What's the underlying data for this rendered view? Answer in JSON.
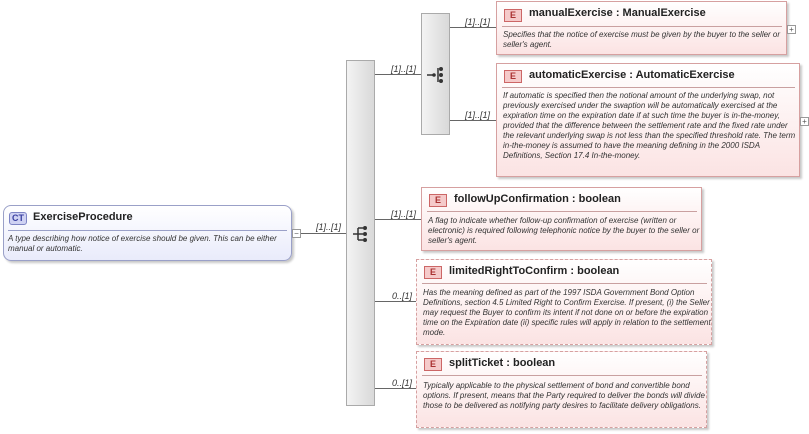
{
  "root": {
    "badge": "CT",
    "name": "ExerciseProcedure",
    "description": "A type describing how notice of exercise should be given. This can be either manual or automatic.",
    "multiplicity": "[1]..[1]"
  },
  "choice": {
    "multiplicity": "[1]..[1]"
  },
  "elements": [
    {
      "badge": "E",
      "name": "manualExercise : ManualExercise",
      "description": "Specifies that the notice of exercise must be given by the buyer to the seller or seller's agent.",
      "multiplicity": "[1]..[1]"
    },
    {
      "badge": "E",
      "name": "automaticExercise : AutomaticExercise",
      "description": "If automatic is specified then the notional amount of the underlying swap, not previously exercised under the swaption will be automatically exercised at the expiration time on the expiration date if at such time the buyer is in-the-money, provided that the difference between the settlement rate and the fixed rate under the relevant underlying swap is not less than the specified threshold rate. The term in-the-money is assumed to have the meaning defining in the 2000 ISDA Definitions, Section 17.4 In-the-money.",
      "multiplicity": "[1]..[1]"
    },
    {
      "badge": "E",
      "name": "followUpConfirmation : boolean",
      "description": "A flag to indicate whether follow-up confirmation of exercise (written or electronic) is required following telephonic notice by the buyer to the seller or seller's agent.",
      "multiplicity": "[1]..[1]"
    },
    {
      "badge": "E",
      "name": "limitedRightToConfirm : boolean",
      "description": "Has the meaning defined as part of the 1997 ISDA Government Bond Option Definitions, section 4.5 Limited Right to Confirm Exercise. If present, (i) the Seller may request the Buyer to confirm its intent if not done on or before the expiration time on the Expiration date (ii) specific rules will apply in relation to the settlement mode.",
      "multiplicity": "0..[1]"
    },
    {
      "badge": "E",
      "name": "splitTicket : boolean",
      "description": "Typically applicable to the physical settlement of bond and convertible bond options. If present, means that the Party required to deliver the bonds will divide those to be delivered as notifying party desires to facilitate delivery obligations.",
      "multiplicity": "0..[1]"
    }
  ],
  "colors": {
    "complex_type_border": "#9aa0c8",
    "element_border": "#d6a0a0",
    "connector": "#666666"
  }
}
